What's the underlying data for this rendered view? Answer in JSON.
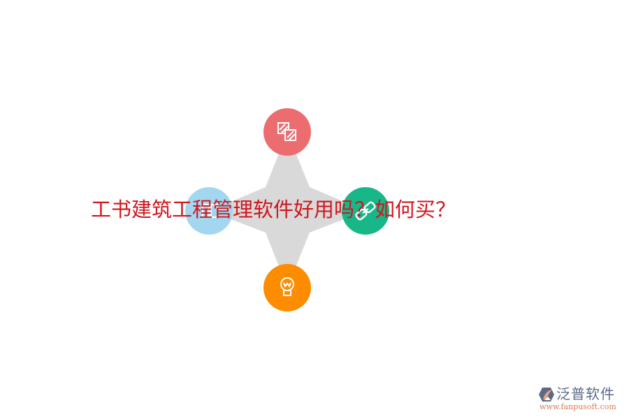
{
  "title": "工书建筑工程管理软件好用吗？如何买？",
  "diagram": {
    "type": "four-point star with icon circles",
    "center_color": "#d9d9d9",
    "nodes": [
      {
        "position": "top",
        "icon": "layers-hatched-icon",
        "color": "#ec6d6f"
      },
      {
        "position": "left",
        "icon": "document-icon",
        "color": "#a2d7ef"
      },
      {
        "position": "right",
        "icon": "link-icon",
        "color": "#17b78a"
      },
      {
        "position": "bottom",
        "icon": "lightbulb-icon",
        "color": "#fd8c00"
      }
    ]
  },
  "logo": {
    "name": "泛普软件",
    "url": "www.fanpusoft.com"
  }
}
